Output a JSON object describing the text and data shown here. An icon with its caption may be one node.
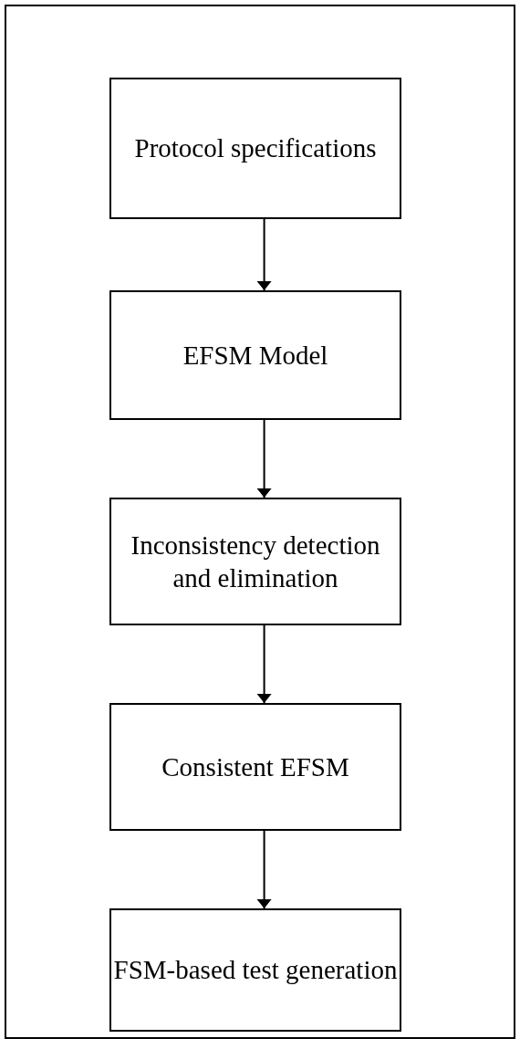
{
  "diagram": {
    "nodes": [
      {
        "text": [
          "Protocol specifications"
        ]
      },
      {
        "text": [
          "EFSM Model"
        ]
      },
      {
        "text": [
          "Inconsistency detection and elimination"
        ]
      },
      {
        "text": [
          "Consistent EFSM"
        ]
      },
      {
        "text": [
          "FSM-based test generation"
        ]
      }
    ],
    "edges": [
      {
        "from": 0,
        "to": 1,
        "arrow": "to"
      },
      {
        "from": 1,
        "to": 2,
        "arrow": "to"
      },
      {
        "from": 2,
        "to": 3,
        "arrow": "to"
      },
      {
        "from": 3,
        "to": 4,
        "arrow": "to"
      }
    ]
  }
}
